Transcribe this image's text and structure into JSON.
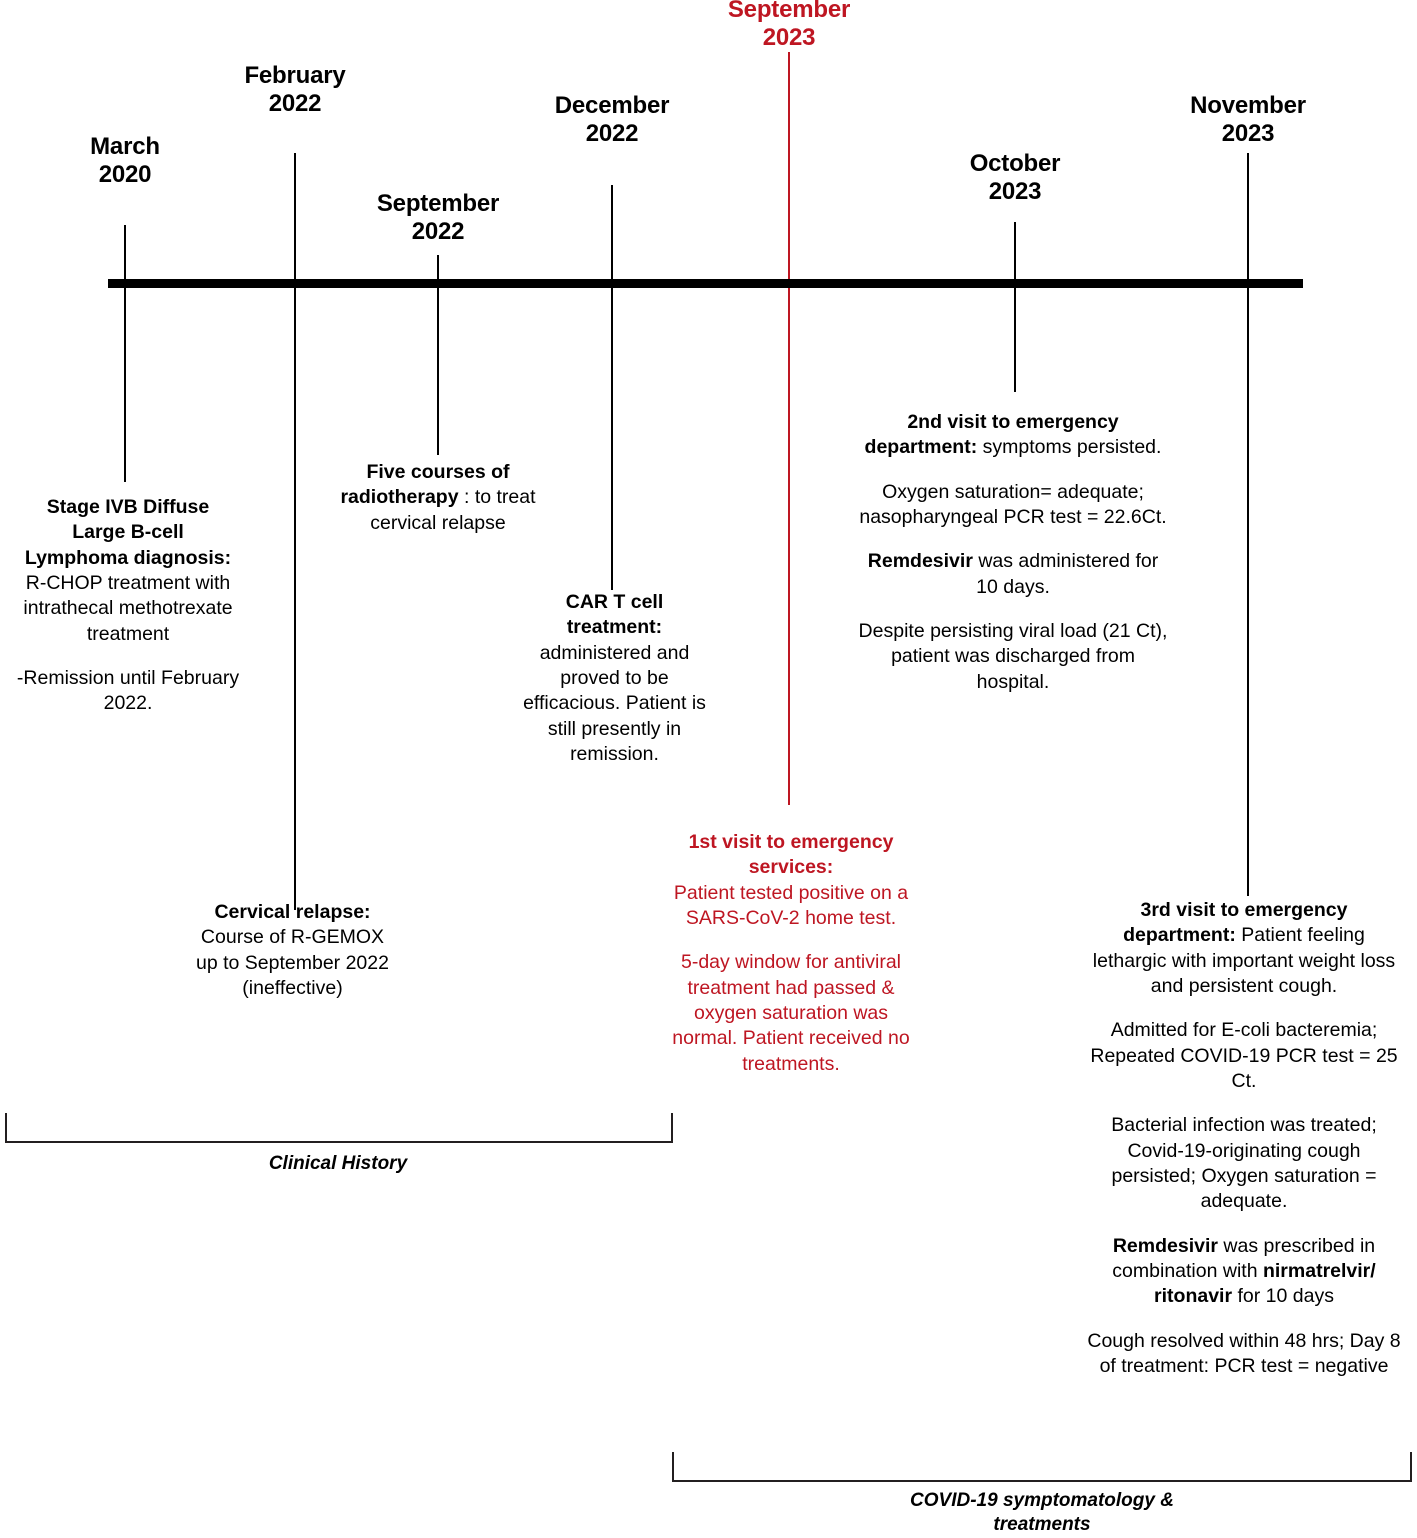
{
  "figure": {
    "type": "clinical-timeline",
    "accent_color_red": "#BE1622",
    "line_color": "#000000"
  },
  "axis": {
    "name": "main-timeline-axis"
  },
  "dates": [
    {
      "id": "march-2020",
      "label": "March\n2020",
      "color": "black"
    },
    {
      "id": "february-2022",
      "label": "February\n2022",
      "color": "black"
    },
    {
      "id": "september-2022",
      "label": "September\n2022",
      "color": "black"
    },
    {
      "id": "december-2022",
      "label": "December\n2022",
      "color": "black"
    },
    {
      "id": "september-2023",
      "label": "September\n2023",
      "color": "red"
    },
    {
      "id": "october-2023",
      "label": "October\n2023",
      "color": "black"
    },
    {
      "id": "november-2023",
      "label": "November\n2023",
      "color": "black"
    }
  ],
  "events": {
    "diagnosis": {
      "title": "Stage IVB Diffuse Large B-cell Lymphoma diagnosis:",
      "line1": "Stage IVB Diffuse",
      "line2": "Large B-cell",
      "line3": "Lymphoma diagnosis:",
      "body": "R-CHOP treatment with intrathecal methotrexate treatment",
      "note": "-Remission until February 2022."
    },
    "radiotherapy": {
      "title": "Five courses of radiotherapy",
      "body": " : to treat cervical relapse"
    },
    "cart": {
      "title": "CAR T cell treatment:",
      "body": "administered and proved to be efficacious. Patient is still presently in remission."
    },
    "cervical_relapse": {
      "title": "Cervical relapse:",
      "body": "Course of R-GEMOX up to September 2022 (ineffective)"
    },
    "visit1": {
      "title": "1st visit to emergency services:",
      "body": "Patient tested positive on a SARS-CoV-2 home test.",
      "note": "5-day window for antiviral treatment had passed & oxygen saturation was normal. Patient received no treatments."
    },
    "visit2": {
      "title": "2nd visit to emergency department:",
      "body": " symptoms persisted.",
      "para2": "Oxygen saturation= adequate; nasopharyngeal PCR test = 22.6Ct.",
      "para3_bold": "Remdesivir",
      "para3_rest": " was administered for 10 days.",
      "para4": "Despite persisting viral load (21 Ct), patient was discharged from hospital."
    },
    "visit3": {
      "title": "3rd visit to emergency department:",
      "body": " Patient feeling lethargic with important weight loss and persistent cough.",
      "para2": "Admitted for E-coli bacteremia; Repeated COVID-19 PCR test = 25 Ct.",
      "para3": "Bacterial infection was treated; Covid-19-originating cough persisted; Oxygen saturation = adequate.",
      "para4_a": "Remdesivir",
      "para4_b": " was prescribed in combination with ",
      "para4_c": "nirmatrelvir/ ritonavir",
      "para4_d": " for 10 days",
      "para5": "Cough resolved within 48 hrs; Day 8 of treatment: PCR test = negative"
    }
  },
  "brackets": [
    {
      "id": "clinical-history",
      "label": "Clinical History"
    },
    {
      "id": "covid-phase",
      "label": "COVID-19 symptomatology &\ntreatments"
    }
  ]
}
